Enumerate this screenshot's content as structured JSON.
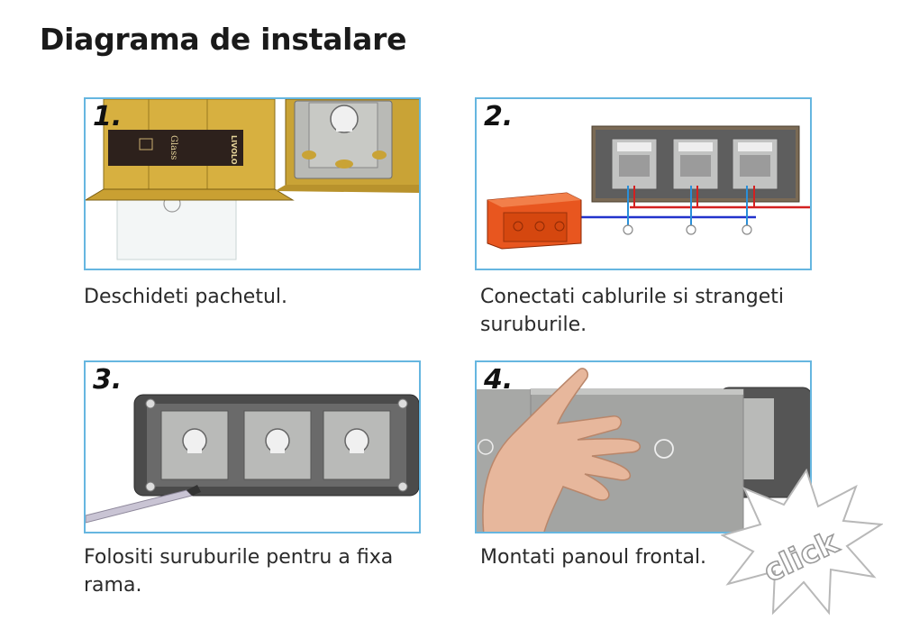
{
  "page": {
    "title": "Diagrama de instalare"
  },
  "steps": [
    {
      "number": "1.",
      "caption": "Deschideti pachetul.",
      "box_text": {
        "brand": "LIVOLO",
        "product": "Glass"
      }
    },
    {
      "number": "2.",
      "caption": "Conectati cablurile si strangeti suruburile."
    },
    {
      "number": "3.",
      "caption": "Folositi suruburile pentru a fixa rama."
    },
    {
      "number": "4.",
      "caption": "Montati panoul frontal."
    }
  ],
  "badge": {
    "text": "click"
  },
  "colors": {
    "frame_border": "#66b6e0",
    "wire_live": "#d42020",
    "wire_neutral": "#2233cc",
    "box_gold": "#d4aa3a",
    "junction_box": "#e8561f"
  }
}
